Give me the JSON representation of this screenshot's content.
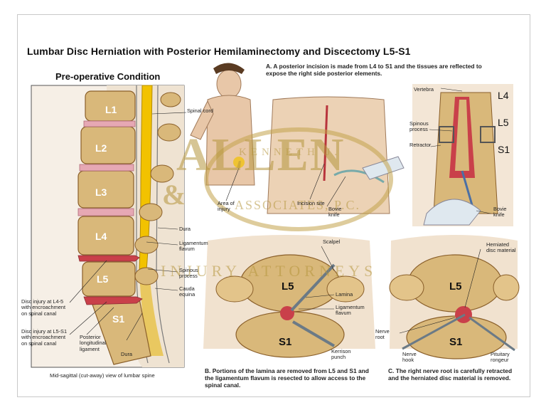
{
  "title": "Lumbar Disc Herniation with Posterior Hemilaminectomy and Discectomy L5-S1",
  "preop": {
    "heading": "Pre-operative Condition",
    "vertebrae": [
      "L1",
      "L2",
      "L3",
      "L4",
      "L5",
      "S1"
    ],
    "labels": {
      "spinal_cord": "Spinal cord",
      "dura": "Dura",
      "ligamentum_flavum": "Ligamentum flavum",
      "spinous_process": "Spinous process",
      "cauda_equina": "Cauda equina",
      "disc_injury_l45": "Disc injury at L4-5 with encroachment on spinal canal",
      "disc_injury_l5s1": "Disc injury at L5-S1 with encroachment on spinal canal",
      "posterior_ligament": "Posterior longitudinal ligament",
      "dura_bottom": "Dura",
      "area_of_injury": "Area of injury"
    },
    "caption": "Mid-sagittal (cut-away) view of lumbar spine"
  },
  "step_a": {
    "caption": "A. A posterior incision is made from L4 to S1 and the tissues are reflected to expose the right side posterior elements.",
    "labels": {
      "vertebra": "Vertebra",
      "l4": "L4",
      "l5": "L5",
      "s1": "S1",
      "spinous_process": "Spinous process",
      "retractor": "Retractor",
      "bovie_knife": "Bovie knife",
      "incision_site": "Incision site",
      "bovie_knife_2": "Bovie knife"
    }
  },
  "step_b": {
    "caption": "B. Portions of the lamina are removed from L5 and S1 and the ligamentum flavum is resected to allow access to the spinal canal.",
    "labels": {
      "scalpel": "Scalpel",
      "l5": "L5",
      "s1": "S1",
      "lamina": "Lamina",
      "ligamentum_flavum": "Ligamentum flavum",
      "kerrison_punch": "Kerrison punch"
    }
  },
  "step_c": {
    "caption": "C. The right nerve root is carefully retracted and the herniated disc material is removed.",
    "labels": {
      "herniated_disc": "Herniated disc material",
      "l5": "L5",
      "s1": "S1",
      "nerve_root": "Nerve root",
      "nerve_hook": "Nerve hook",
      "pituitary_rongeur": "Pituitary rongeur"
    }
  },
  "watermark": {
    "line1": "KENNETH J.",
    "logo": "ALLEN",
    "amp": "&",
    "line2": "ASSOCIATES, P.C.",
    "line3": "INJURY ATTORNEYS"
  },
  "colors": {
    "bone": "#d9b87a",
    "bone_dark": "#a9793c",
    "disc": "#e6a8b4",
    "cord": "#f2c200",
    "tissue": "#c9404a",
    "skin": "#e8c7a8",
    "watermark": "#c2a24a"
  }
}
